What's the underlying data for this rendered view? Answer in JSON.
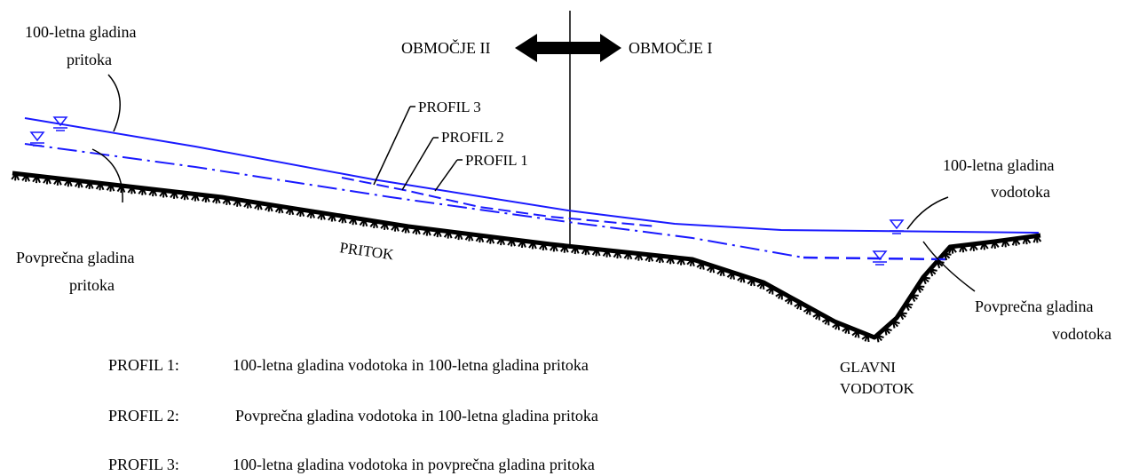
{
  "zones": {
    "left": "OBMOČJE II",
    "right": "OBMOČJE I"
  },
  "labels": {
    "tributary_100yr": [
      "100-letna gladina",
      "pritoka"
    ],
    "tributary_avg": [
      "Povprečna gladina",
      "pritoka"
    ],
    "main_100yr": [
      "100-letna gladina",
      "vodotoka"
    ],
    "main_avg": [
      "Povprečna gladina",
      "vodotoka"
    ],
    "tributary": "PRITOK",
    "main_channel": [
      "GLAVNI",
      "VODOTOK"
    ],
    "profile_tags": [
      "PROFIL 3",
      "PROFIL 2",
      "PROFIL 1"
    ]
  },
  "legend": [
    {
      "key": "PROFIL 1:",
      "text": "100-letna gladina vodotoka in 100-letna gladina pritoka"
    },
    {
      "key": "PROFIL 2:",
      "text": "Povprečna gladina vodotoka in 100-letna gladina pritoka"
    },
    {
      "key": "PROFIL 3:",
      "text": "100-letna gladina vodotoka in povprečna gladina pritoka"
    }
  ],
  "colors": {
    "water": "#1a1aff",
    "ground": "#000000"
  },
  "icons": [
    "water-level-symbol",
    "double-arrow-icon"
  ]
}
